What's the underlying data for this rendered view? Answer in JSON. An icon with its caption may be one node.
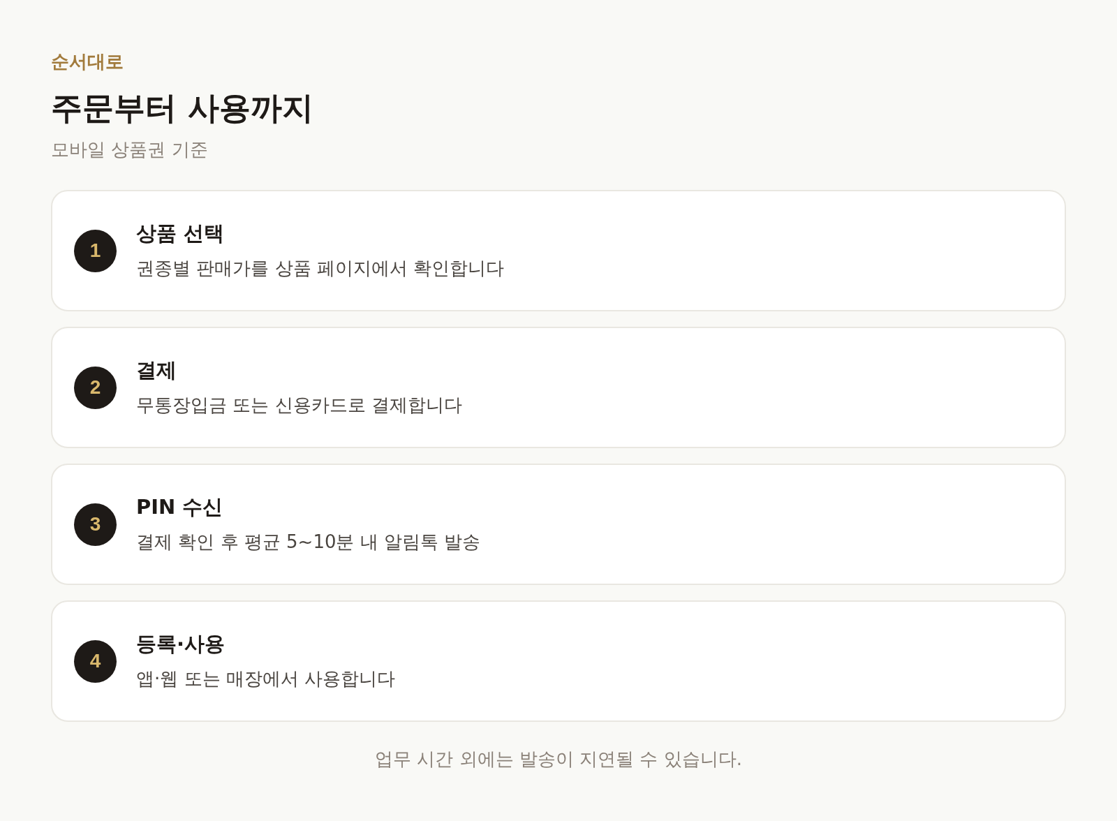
{
  "diagram": {
    "title": "주문부터 사용까지",
    "caption": "업무 시간 외에는 발송이 지연될 수 있습니다.",
    "labels": [
      "순서대로",
      "모바일 상품권 기준"
    ],
    "nodes": [
      {
        "text": [
          "상품 선택",
          "권종별 판매가를 상품 페이지에서 확인합니다"
        ]
      },
      {
        "text": [
          "1"
        ],
        "in": 0
      },
      {
        "text": [
          "결제",
          "무통장입금 또는 신용카드로 결제합니다"
        ]
      },
      {
        "text": [
          "2"
        ],
        "in": 2
      },
      {
        "text": [
          "PIN 수신",
          "결제 확인 후 평균 5~10분 내 알림톡 발송"
        ]
      },
      {
        "text": [
          "3"
        ],
        "in": 4
      },
      {
        "text": [
          "등록·사용",
          "앱·웹 또는 매장에서 사용합니다"
        ]
      },
      {
        "text": [
          "4"
        ],
        "in": 6
      }
    ]
  }
}
